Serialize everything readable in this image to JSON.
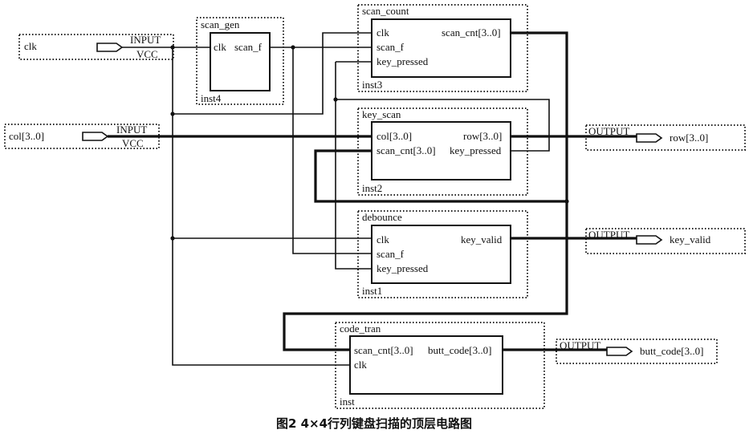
{
  "inputs": [
    {
      "name": "clk",
      "type": "INPUT",
      "default": "VCC"
    },
    {
      "name": "col[3..0]",
      "type": "INPUT",
      "default": "VCC"
    }
  ],
  "outputs": [
    {
      "name": "row[3..0]",
      "type": "OUTPUT"
    },
    {
      "name": "key_valid",
      "type": "OUTPUT"
    },
    {
      "name": "butt_code[3..0]",
      "type": "OUTPUT"
    }
  ],
  "modules": {
    "scan_gen": {
      "title": "scan_gen",
      "instance": "inst4",
      "inputs": [
        "clk"
      ],
      "outputs": [
        "scan_f"
      ]
    },
    "scan_count": {
      "title": "scan_count",
      "instance": "inst3",
      "inputs": [
        "clk",
        "scan_f",
        "key_pressed"
      ],
      "outputs": [
        "scan_cnt[3..0]"
      ]
    },
    "key_scan": {
      "title": "key_scan",
      "instance": "inst2",
      "inputs": [
        "col[3..0]",
        "scan_cnt[3..0]"
      ],
      "outputs": [
        "row[3..0]",
        "key_pressed"
      ]
    },
    "debounce": {
      "title": "debounce",
      "instance": "inst1",
      "inputs": [
        "clk",
        "scan_f",
        "key_pressed"
      ],
      "outputs": [
        "key_valid"
      ]
    },
    "code_tran": {
      "title": "code_tran",
      "instance": "inst",
      "inputs": [
        "scan_cnt[3..0]",
        "clk"
      ],
      "outputs": [
        "butt_code[3..0]"
      ]
    }
  },
  "caption": "图2   4×4行列键盘扫描的顶层电路图"
}
